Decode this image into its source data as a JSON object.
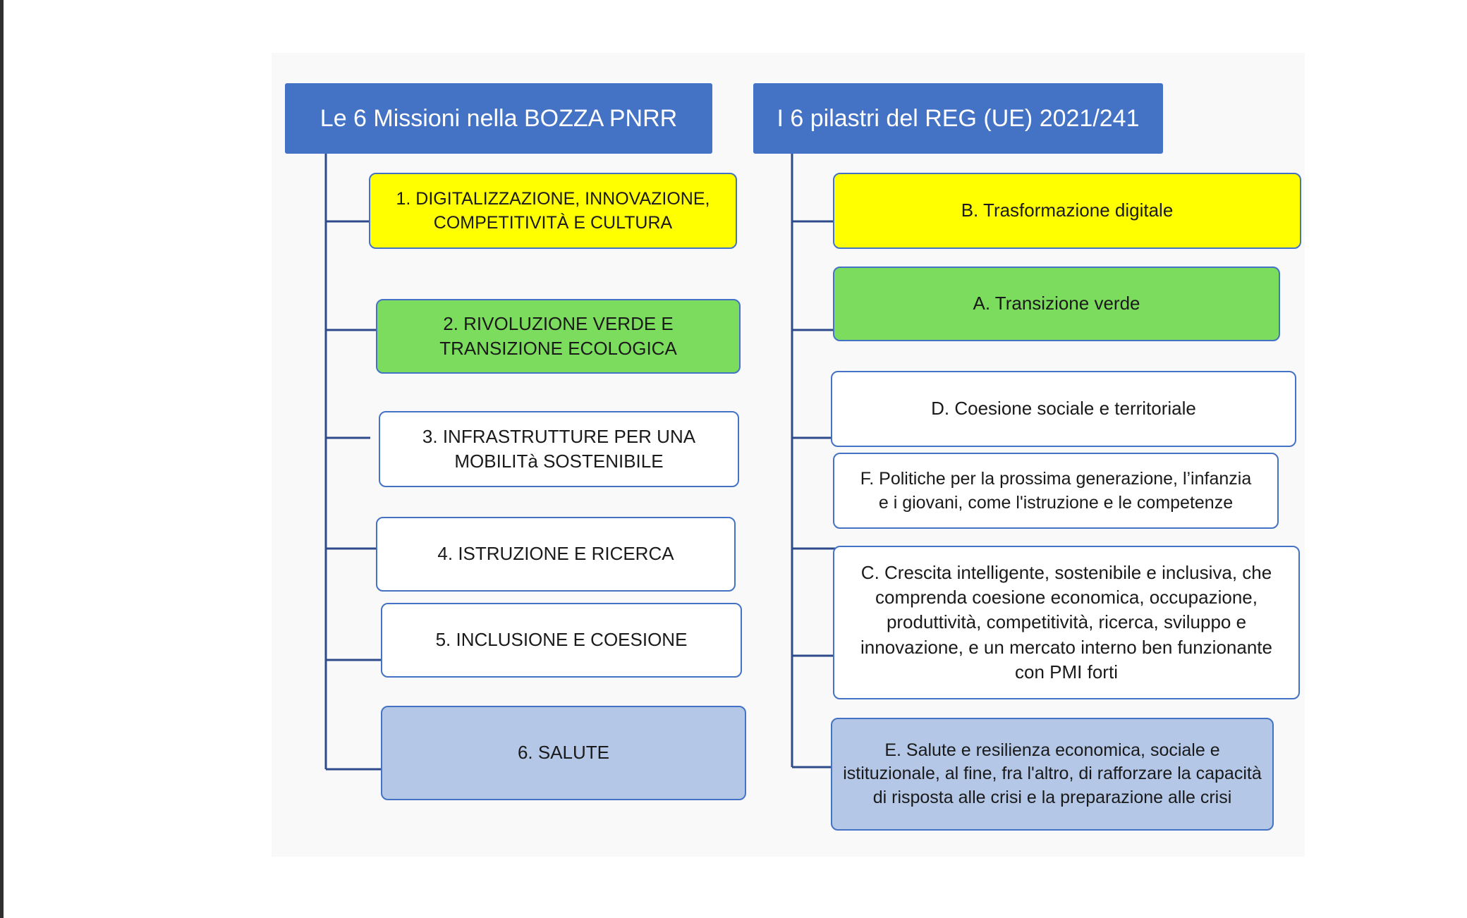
{
  "colors": {
    "header": "#4472c4",
    "yellow": "#ffff00",
    "green": "#7cdc5e",
    "white": "#ffffff",
    "lightblue": "#b4c7e7",
    "connector": "#2f4a8a"
  },
  "left": {
    "title": "Le 6 Missioni nella BOZZA PNRR",
    "items": [
      {
        "label": "1. DIGITALIZZAZIONE, INNOVAZIONE, COMPETITIVITÀ E CULTURA",
        "color": "yellow"
      },
      {
        "label": "2. RIVOLUZIONE VERDE E TRANSIZIONE ECOLOGICA",
        "color": "green"
      },
      {
        "label": "3. INFRASTRUTTURE PER UNA MOBILITà SOSTENIBILE",
        "color": "white"
      },
      {
        "label": "4. ISTRUZIONE E RICERCA",
        "color": "white"
      },
      {
        "label": "5. INCLUSIONE E COESIONE",
        "color": "white"
      },
      {
        "label": "6. SALUTE",
        "color": "lightblue"
      }
    ]
  },
  "right": {
    "title": "I 6 pilastri del REG (UE) 2021/241",
    "items": [
      {
        "label": "B. Trasformazione digitale",
        "color": "yellow"
      },
      {
        "label": "A. Transizione verde",
        "color": "green"
      },
      {
        "label": "D. Coesione sociale e territoriale",
        "color": "white"
      },
      {
        "label": "F. Politiche per la prossima generazione, l’infanzia e i giovani, come l'istruzione e le competenze",
        "color": "white"
      },
      {
        "label": "C. Crescita intelligente, sostenibile e inclusiva, che comprenda coesione economica, occupazione, produttività, competitività, ricerca, sviluppo e innovazione, e un mercato interno ben funzionante con PMI forti",
        "color": "white"
      },
      {
        "label": "E. Salute e resilienza economica, sociale e istituzionale, al fine, fra l'altro, di rafforzare la capacità di risposta alle crisi e la preparazione alle crisi",
        "color": "lightblue"
      }
    ]
  }
}
